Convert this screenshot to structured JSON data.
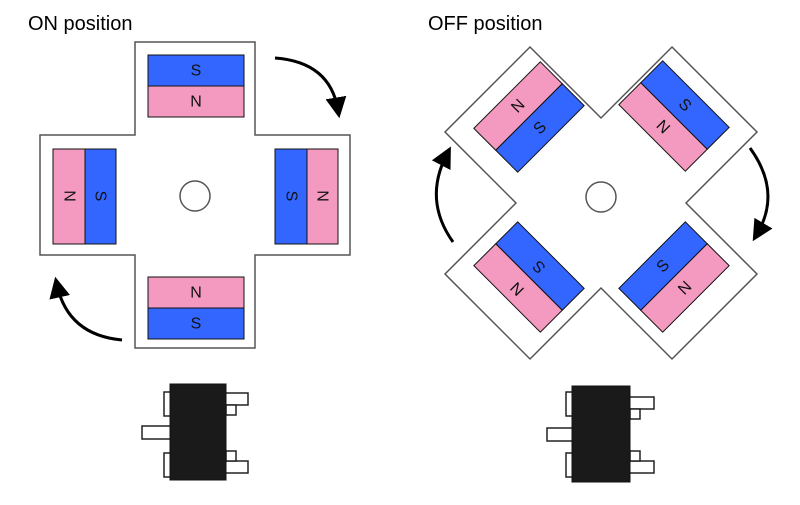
{
  "on": {
    "title": "ON position",
    "magnets": {
      "top": {
        "first": "S",
        "second": "N"
      },
      "bottom": {
        "first": "N",
        "second": "S"
      },
      "left": {
        "first": "N",
        "second": "S"
      },
      "right": {
        "first": "S",
        "second": "N"
      }
    }
  },
  "off": {
    "title": "OFF position",
    "magnets": {
      "tl": {
        "first": "N",
        "second": "S"
      },
      "tr": {
        "first": "S",
        "second": "N"
      },
      "bl": {
        "first": "S",
        "second": "N"
      },
      "br": {
        "first": "S",
        "second": "N"
      }
    }
  },
  "colors": {
    "north": "#f49ac1",
    "south": "#3366ff",
    "chip": "#1a1a1a",
    "outline": "#555555"
  }
}
